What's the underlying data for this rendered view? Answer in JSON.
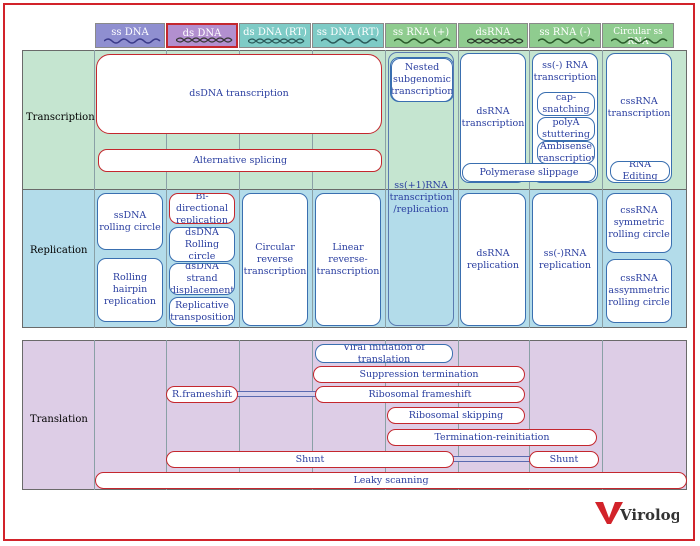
{
  "headers": [
    {
      "key": "ss_dna",
      "label": "ss DNA",
      "color": "#8f8fd0"
    },
    {
      "key": "ds_dna",
      "label": "ds DNA",
      "color": "#b28fcf"
    },
    {
      "key": "ds_dna_rt",
      "label": "ds DNA (RT)",
      "color": "#7ecbc6"
    },
    {
      "key": "ss_dna_rt",
      "label": "ss DNA (RT)",
      "color": "#7ecbc6"
    },
    {
      "key": "ss_rna_plus",
      "label": "ss RNA (+)",
      "color": "#8fcc8f"
    },
    {
      "key": "dsrna",
      "label": "dsRNA",
      "color": "#8fcc8f"
    },
    {
      "key": "ss_rna_minus",
      "label": "ss RNA (-)",
      "color": "#8fcc8f"
    },
    {
      "key": "circular_ss_rna",
      "label": "Circular ss RNA",
      "color": "#8fcc8f"
    }
  ],
  "rows": {
    "transcription": "Transcription",
    "replication": "Replication",
    "translation": "Translation"
  },
  "boxes": {
    "dsdna_transcription": "dsDNA transcription",
    "alternative_splicing": "Alternative splicing",
    "nested_subgenomic": "Nested\nsubgenomic\ntranscription",
    "ss_plus_rna": "ss(+1)RNA\ntranscription\n/replication",
    "dsrna_transcription": "dsRNA\ntranscription",
    "ss_minus_rna_transcription": "ss(-) RNA\ntranscription",
    "cap_snatching": "cap-\nsnatching",
    "polya_stuttering": "polyA\nstuttering",
    "ambisense": "Ambisense\ntranscription",
    "polymerase_slippage": "Polymerase slippage",
    "cssrna_transcription": "cssRNA\ntranscription",
    "rna_editing": "RNA Editing",
    "ssdna_rolling_circle": "ssDNA\nrolling circle",
    "rolling_hairpin": "Rolling\nhairpin\nreplication",
    "bidirectional": "Bi-directional\nreplication",
    "dsdna_rolling_circle": "dsDNA\nRolling circle",
    "strand_displacement": "dsDNA strand\ndisplacement",
    "replicative_transposition": "Replicative\ntransposition",
    "circular_rt": "Circular\nreverse\ntranscription",
    "linear_rt": "Linear\nreverse-\ntranscription",
    "dsrna_replication": "dsRNA\nreplication",
    "ss_minus_rna_replication": "ss(-)RNA\nreplication",
    "cssrna_symmetric": "cssRNA\nsymmetric\nrolling circle",
    "cssrna_assymmetric": "cssRNA\nassymmetric\nrolling circle",
    "viral_initiation": "Viral initiation of translation",
    "suppression_termination": "Suppression termination",
    "r_frameshift": "R.frameshift",
    "ribosomal_frameshift": "Ribosomal frameshift",
    "ribosomal_skipping": "Ribosomal skipping",
    "termination_reinitiation": "Termination-reinitiation",
    "shunt_1": "Shunt",
    "shunt_2": "Shunt",
    "leaky_scanning": "Leaky scanning"
  },
  "colors": {
    "frame": "#d2232a",
    "transcription_band": "#c5e5d0",
    "replication_band": "#b3dcea",
    "translation_band": "#ddcde6",
    "box_text": "#2a3ea0",
    "red_border": "#c4272e"
  },
  "logo": "Virologie"
}
